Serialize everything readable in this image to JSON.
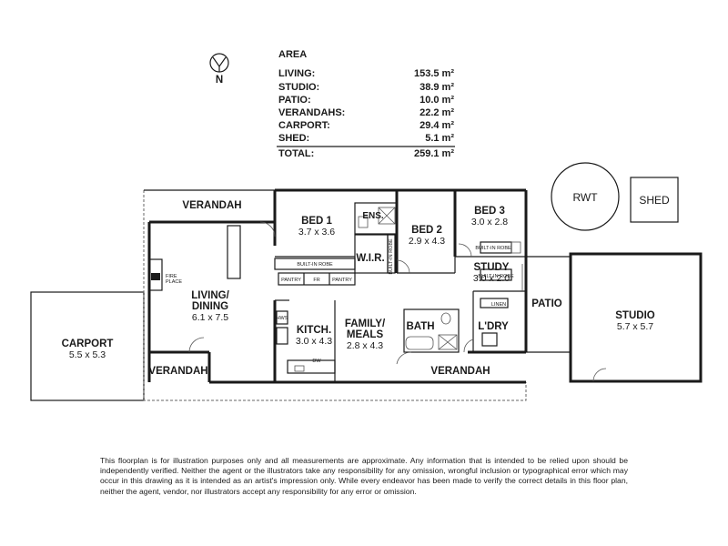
{
  "compass": {
    "label": "N"
  },
  "area_schedule": {
    "title": "AREA",
    "rows": [
      {
        "label": "LIVING:",
        "value": "153.5 m²"
      },
      {
        "label": "STUDIO:",
        "value": "38.9 m²"
      },
      {
        "label": "PATIO:",
        "value": "10.0 m²"
      },
      {
        "label": "VERANDAHS:",
        "value": "22.2 m²"
      },
      {
        "label": "CARPORT:",
        "value": "29.4 m²"
      },
      {
        "label": "SHED:",
        "value": "5.1 m²"
      }
    ],
    "total": {
      "label": "TOTAL:",
      "value": "259.1 m²"
    }
  },
  "rooms": {
    "verandah_top": {
      "name": "VERANDAH"
    },
    "bed1": {
      "name": "BED 1",
      "dims": "3.7 x 3.6"
    },
    "ens": {
      "name": "ENS."
    },
    "bed2": {
      "name": "BED 2",
      "dims": "2.9 x 4.3"
    },
    "bed3": {
      "name": "BED 3",
      "dims": "3.0 x 2.8"
    },
    "wir": {
      "name": "W.I.R."
    },
    "study": {
      "name": "STUDY",
      "dims": "3.0 x 2.0"
    },
    "living": {
      "name": "LIVING/",
      "name2": "DINING",
      "dims": "6.1 x 7.5"
    },
    "kitch": {
      "name": "KITCH.",
      "dims": "3.0 x 4.3"
    },
    "family": {
      "name": "FAMILY/",
      "name2": "MEALS",
      "dims": "2.8 x 4.3"
    },
    "bath": {
      "name": "BATH"
    },
    "ldry": {
      "name": "L'DRY"
    },
    "carport": {
      "name": "CARPORT",
      "dims": "5.5 x 5.3"
    },
    "verandah_left": {
      "name": "VERANDAH"
    },
    "verandah_bottom": {
      "name": "VERANDAH"
    },
    "patio": {
      "name": "PATIO"
    },
    "studio": {
      "name": "STUDIO",
      "dims": "5.7 x 5.7"
    },
    "rwt": {
      "name": "RWT"
    },
    "shed": {
      "name": "SHED"
    }
  },
  "fixtures": {
    "builtin_robe_bed1": "BUILT-IN ROBE",
    "builtin_robe_bed2": "BUILT-IN ROBE",
    "builtin_robe_bed3": "BUILT-IN ROBE",
    "pantry1": "PANTRY",
    "fr": "FR",
    "pantry2": "PANTRY",
    "linen": "LINEN",
    "hws": "HWS",
    "dw": "DW",
    "fireplace1": "FIRE",
    "fireplace2": "PLACE"
  },
  "disclaimer": "This floorplan is for illustration purposes only and all measurements are approximate. Any information that is intended to be relied upon should be independently verified. Neither the agent or the illustrators take any responsibility for any omission, wrongful inclusion or typographical error which may occur in this drawing as it is intended as an artist's impression only. While every endeavor has been made to verify the correct details in this floor plan, neither the agent, vendor, nor illustrators accept any responsibility for any error or omission."
}
